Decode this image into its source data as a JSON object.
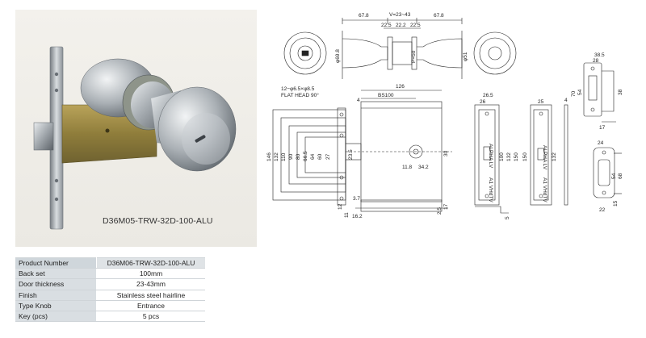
{
  "product": {
    "caption": "D36M05-TRW-32D-100-ALU"
  },
  "specs": [
    {
      "label": "Product Number",
      "value": "D36M06-TRW-32D-100-ALU"
    },
    {
      "label": "Back set",
      "value": "100mm"
    },
    {
      "label": "Door thickness",
      "value": "23-43mm"
    },
    {
      "label": "Finish",
      "value": "Stainless steel hairline"
    },
    {
      "label": "Type Knob",
      "value": "Entrance"
    },
    {
      "label": "Key (pcs)",
      "value": "5 pcs"
    }
  ],
  "drawing": {
    "knob_width_left": "67.8",
    "door_range": "V=23~43",
    "knob_width_right": "67.8",
    "rose_spacing_1": "22.5",
    "rose_spacing_2": "22.2",
    "rose_spacing_3": "22.5",
    "rose_dia": "φ69.8",
    "knob_dia": "φ51",
    "knob_neck": "P=50",
    "screw_note": "12−φ6.5×φ8.5",
    "screw_note_2": "FLAT HEAD 90°",
    "body_length": "126",
    "backset": "BS100",
    "face_thk": "4",
    "dim_146": "146",
    "dim_132": "132",
    "dim_110": "110",
    "dim_90": "90",
    "dim_80": "80",
    "dim_66": "66.5",
    "dim_64": "64",
    "dim_60": "60",
    "dim_27": "27",
    "dim_235": "23.5",
    "dim_30": "30",
    "dim_118": "11.8",
    "dim_342": "34.2",
    "dim_12": "12",
    "dim_11": "11",
    "dim_37": "3.7",
    "dim_162": "16.2",
    "dim_17": "17",
    "dim_25": "2.5",
    "plate_265": "26.5",
    "plate_26": "26",
    "plate_25": "25",
    "plate_4": "4",
    "plate_100": "100",
    "plate_132": "132",
    "plate_150": "150",
    "plate_150b": "150",
    "plate_132b": "132",
    "plate_5": "5",
    "alpha_lv": "ALPHA LV",
    "alpha_a1": "A1 VHdTV",
    "strike_385": "38.5",
    "strike_28": "28",
    "strike_70": "70",
    "strike_54": "54",
    "strike_38": "38",
    "strike_17": "17",
    "strike_24": "24",
    "strike_54b": "54",
    "strike_68": "68",
    "strike_15": "15",
    "strike_22": "22"
  }
}
